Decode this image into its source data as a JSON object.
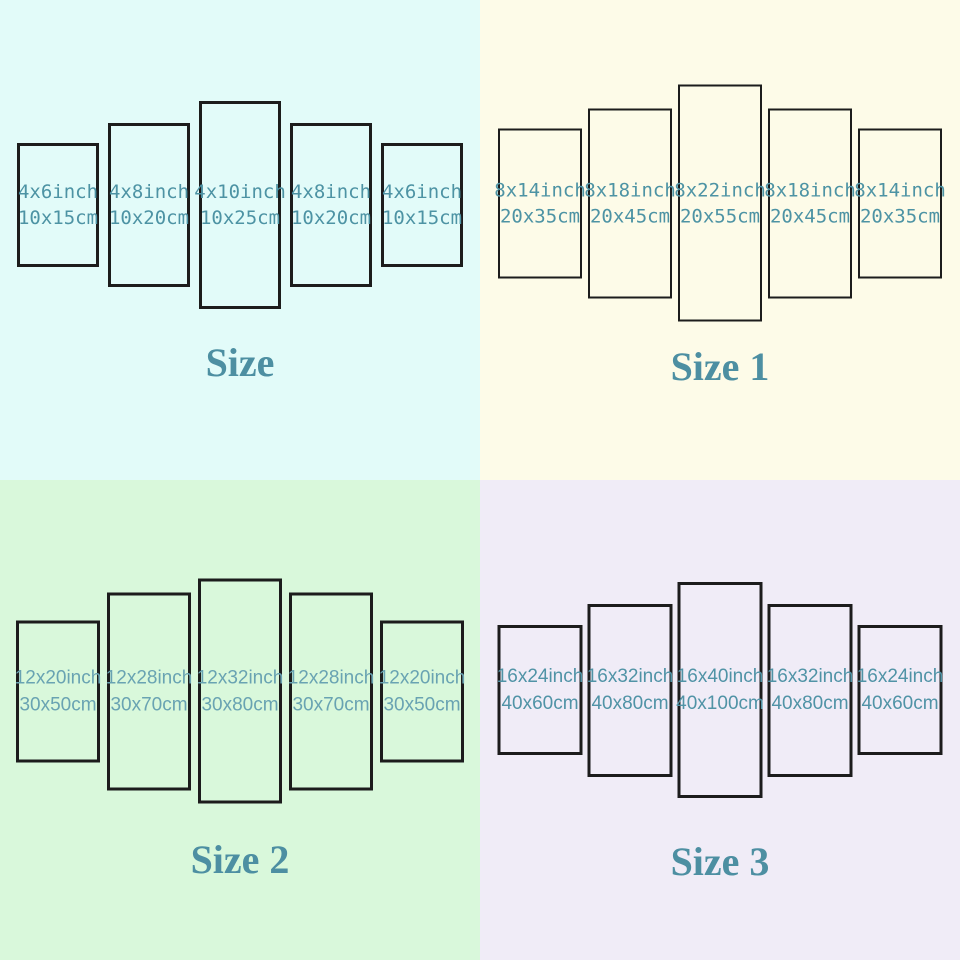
{
  "colors": {
    "border": "#1c1c1c",
    "title": "#4d8fa2"
  },
  "quadrants": [
    {
      "id": "size-default",
      "title": "Size",
      "bg": "#e2fbf9",
      "text_color": "#4d93a4",
      "panels": [
        {
          "inch": "4x6inch",
          "cm": "10x15cm"
        },
        {
          "inch": "4x8inch",
          "cm": "10x20cm"
        },
        {
          "inch": "4x10inch",
          "cm": "10x25cm"
        },
        {
          "inch": "4x8inch",
          "cm": "10x20cm"
        },
        {
          "inch": "4x6inch",
          "cm": "10x15cm"
        }
      ]
    },
    {
      "id": "size-1",
      "title": "Size 1",
      "bg": "#fdfbe8",
      "text_color": "#4d93a4",
      "panels": [
        {
          "inch": "8x14inch",
          "cm": "20x35cm"
        },
        {
          "inch": "8x18inch",
          "cm": "20x45cm"
        },
        {
          "inch": "8x22inch",
          "cm": "20x55cm"
        },
        {
          "inch": "8x18inch",
          "cm": "20x45cm"
        },
        {
          "inch": "8x14inch",
          "cm": "20x35cm"
        }
      ]
    },
    {
      "id": "size-2",
      "title": "Size 2",
      "bg": "#d9f8db",
      "text_color": "#69a3b2",
      "panels": [
        {
          "inch": "12x20inch",
          "cm": "30x50cm"
        },
        {
          "inch": "12x28inch",
          "cm": "30x70cm"
        },
        {
          "inch": "12x32inch",
          "cm": "30x80cm"
        },
        {
          "inch": "12x28inch",
          "cm": "30x70cm"
        },
        {
          "inch": "12x20inch",
          "cm": "30x50cm"
        }
      ]
    },
    {
      "id": "size-3",
      "title": "Size 3",
      "bg": "#f0ecf7",
      "text_color": "#5093a6",
      "panels": [
        {
          "inch": "16x24inch",
          "cm": "40x60cm"
        },
        {
          "inch": "16x32inch",
          "cm": "40x80cm"
        },
        {
          "inch": "16x40inch",
          "cm": "40x100cm"
        },
        {
          "inch": "16x32inch",
          "cm": "40x80cm"
        },
        {
          "inch": "16x24inch",
          "cm": "40x60cm"
        }
      ]
    }
  ]
}
